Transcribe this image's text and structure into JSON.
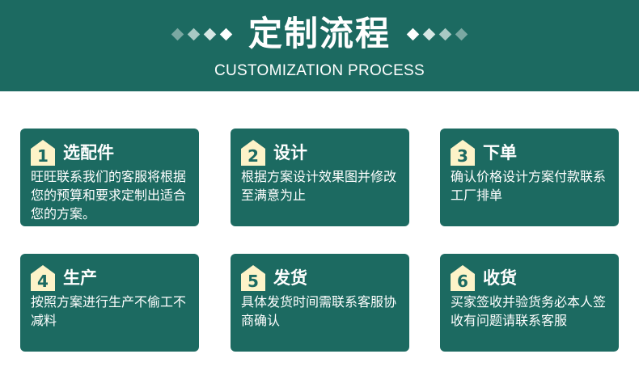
{
  "header": {
    "title": "定制流程",
    "subtitle": "CUSTOMIZATION PROCESS",
    "diamond_colors_left": [
      "#7aa8a2",
      "#a9c9c4",
      "#d6e7e4",
      "#ffffff"
    ],
    "diamond_colors_right": [
      "#ffffff",
      "#d6e7e4",
      "#a9c9c4",
      "#7aa8a2"
    ]
  },
  "colors": {
    "primary": "#1c6a61",
    "badge": "#fdf3c8",
    "text": "#ffffff"
  },
  "steps": [
    {
      "number": "1",
      "title": "选配件",
      "description": "旺旺联系我们的客服将根据您的预算和要求定制出适合您的方案。"
    },
    {
      "number": "2",
      "title": "设计",
      "description": "根据方案设计效果图并修改至满意为止"
    },
    {
      "number": "3",
      "title": "下单",
      "description": "确认价格设计方案付款联系工厂排单"
    },
    {
      "number": "4",
      "title": "生产",
      "description": "按照方案进行生产不偷工不减料"
    },
    {
      "number": "5",
      "title": "发货",
      "description": "具体发货时间需联系客服协商确认"
    },
    {
      "number": "6",
      "title": "收货",
      "description": "买家签收并验货务必本人签收有问题请联系客服"
    }
  ]
}
